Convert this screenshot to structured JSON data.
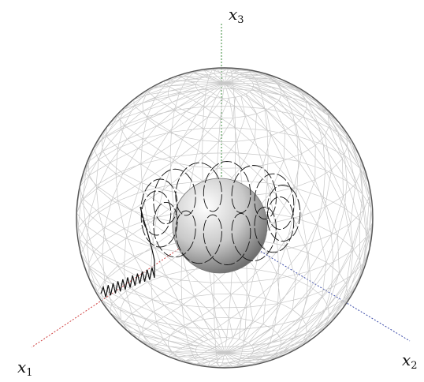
{
  "axes": {
    "x1": {
      "symbol": "x",
      "subscript": "1",
      "color": "#d04040"
    },
    "x2": {
      "symbol": "x",
      "subscript": "2",
      "color": "#3a4aa8"
    },
    "x3": {
      "symbol": "x",
      "subscript": "3",
      "color": "#3a8a3a"
    }
  },
  "colors": {
    "background": "#ffffff",
    "mesh": "#c8c8c8",
    "outline": "#555555",
    "trajectory": "#111111",
    "inner_sphere_light": "#ffffff",
    "inner_sphere_dark": "#6a6a6a"
  }
}
